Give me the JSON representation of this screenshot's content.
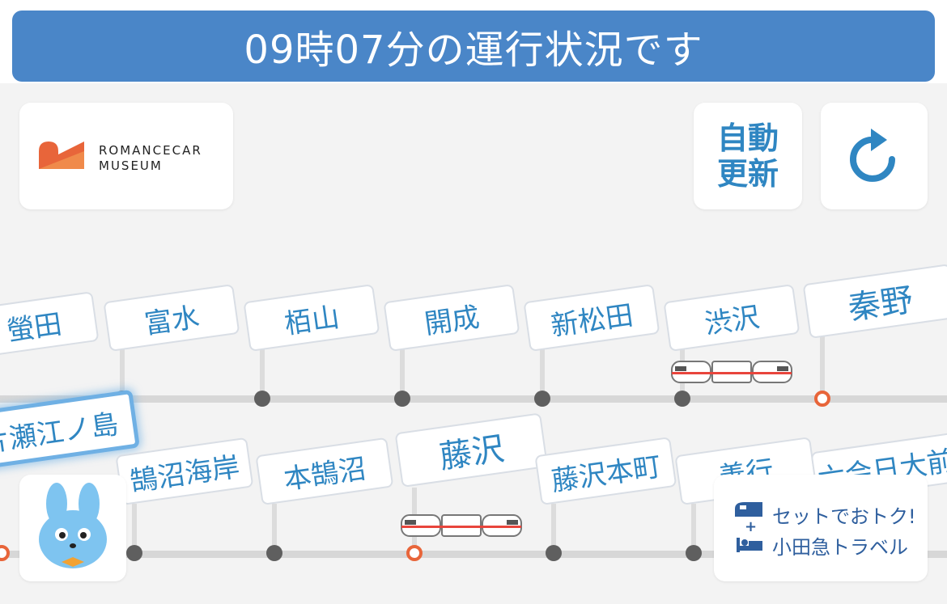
{
  "header": {
    "status_text": "09時07分の運行状況です"
  },
  "museum": {
    "line1": "ROMANCECAR",
    "line2": "MUSEUM"
  },
  "controls": {
    "auto_update_line1": "自動",
    "auto_update_line2": "更新"
  },
  "upper_stations": [
    "螢田",
    "富水",
    "栢山",
    "開成",
    "新松田",
    "渋沢",
    "秦野"
  ],
  "lower_stations": [
    "片瀬江ノ島",
    "鵠沼海岸",
    "本鵠沼",
    "藤沢",
    "藤沢本町",
    "善行",
    "六会日大前"
  ],
  "travel_banner": {
    "line1": "セットでおトク!",
    "plus": "+",
    "line2": "小田急トラベル"
  },
  "colors": {
    "header": "#4a86c8",
    "accent_blue": "#2f86c2",
    "track": "#d7d7d7",
    "major_station": "#e8653a",
    "train_red": "#e8453c"
  }
}
